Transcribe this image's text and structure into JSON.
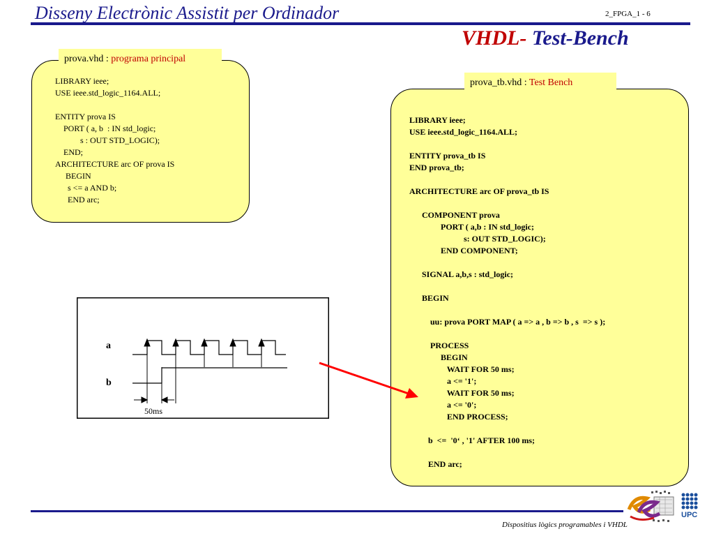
{
  "header": {
    "title": "Disseny Electrònic Assistit per Ordinador",
    "page_number": "2_FPGA_1  - 6"
  },
  "slide_title": {
    "part1": "VHDL-",
    "part2": " Test-Bench"
  },
  "main_box": {
    "filename": "prova.vhd : ",
    "description": "programa principal",
    "code": "LIBRARY ieee;\nUSE ieee.std_logic_1164.ALL;\n\nENTITY prova IS\n    PORT ( a, b  : IN std_logic;\n            s : OUT STD_LOGIC);\n    END;\nARCHITECTURE arc OF prova IS\n     BEGIN\n      s <= a AND b;\n      END arc;"
  },
  "tb_box": {
    "filename": "prova_tb.vhd : ",
    "description": "Test Bench",
    "code": "LIBRARY ieee;\nUSE ieee.std_logic_1164.ALL;\n\nENTITY prova_tb IS\nEND prova_tb;\n\nARCHITECTURE arc OF prova_tb IS\n\n      COMPONENT prova\n               PORT ( a,b : IN std_logic;\n                          s: OUT STD_LOGIC);\n               END COMPONENT;\n\n      SIGNAL a,b,s : std_logic;\n\n      BEGIN\n\n          uu: prova PORT MAP ( a => a , b => b , s  => s );\n\n          PROCESS\n               BEGIN\n                  WAIT FOR 50 ms;\n                  a <= '1';\n                  WAIT FOR 50 ms;\n                  a <= '0';\n                  END PROCESS;\n\n         b  <=  '0‘ , '1' AFTER 100 ms;\n\n         END arc;"
  },
  "waveform": {
    "signal_a": "a",
    "signal_b": "b",
    "period_label": "50ms"
  },
  "footer": {
    "text": "Dispositius lògics programables i VHDL",
    "logo_upc": "UPC"
  },
  "colors": {
    "navy": "#1a1a8c",
    "red": "#c00000",
    "box_fill": "#ffff99",
    "arrow": "#ff0000"
  },
  "icons": {
    "logo_ee": "ee-logo-icon",
    "logo_upc": "upc-logo-icon",
    "arrow": "arrow-icon"
  }
}
